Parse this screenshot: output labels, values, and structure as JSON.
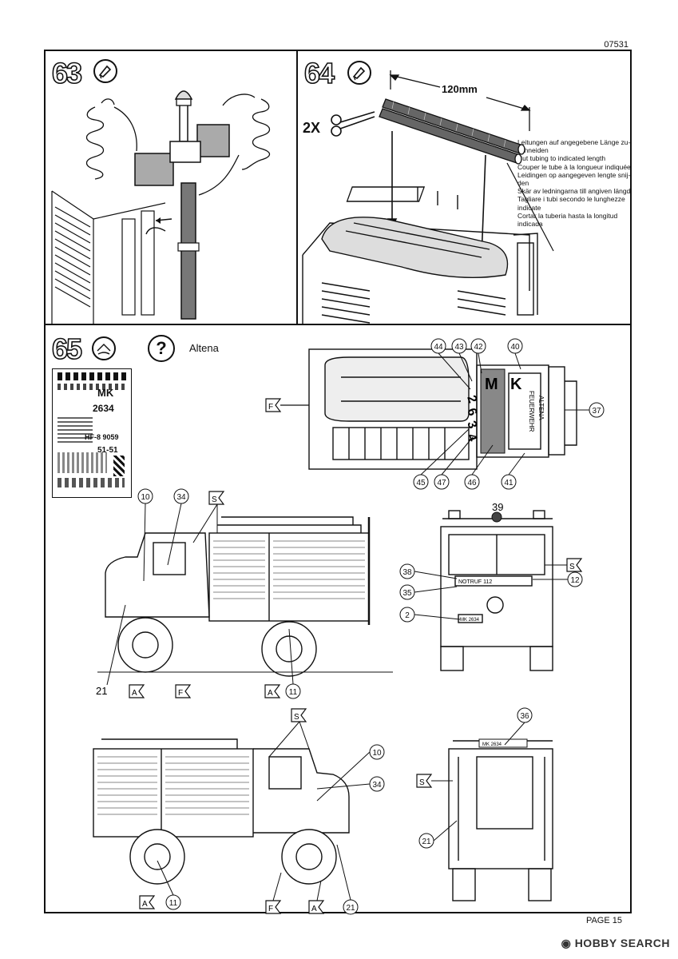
{
  "header": {
    "code": "07531"
  },
  "footer": {
    "page": "PAGE 15",
    "watermark": "HOBBY SEARCH"
  },
  "steps": [
    {
      "number": "63"
    },
    {
      "number": "64",
      "length": "120mm",
      "multiplier": "2X",
      "note": "Leitungen auf angegebene Länge zu-\nschneiden\nCut tubing to indicated length\nCouper le tube à la longueur indiquée\nLeidingen op aangegeven lengte snij-\nden\nSkär av ledningarna till angiven längd\nTagliare i tubi secondo le lunghezze\nindicate\nCortar la tuberia hasta la longitud\nindicada"
    },
    {
      "number": "65",
      "variant": "Altena"
    }
  ],
  "decal_sheet": {
    "rows": [
      "MK",
      "2634",
      "HF-8 9059",
      "51-51"
    ]
  },
  "top_view": {
    "plate_letters": [
      "M",
      "K"
    ],
    "plate_digits": [
      "2",
      "6",
      "3",
      "4"
    ],
    "side_text_1": "FEUERWEHR",
    "side_text_2": "ALTENA",
    "callouts": [
      "44",
      "43",
      "42",
      "40",
      "37",
      "45",
      "47",
      "46",
      "41"
    ],
    "flag": "F"
  },
  "side_view_left": {
    "callouts": [
      "10",
      "34",
      "21",
      "11"
    ],
    "flags": [
      "S",
      "A",
      "F",
      "A"
    ]
  },
  "front_view": {
    "callouts": [
      "39",
      "38",
      "35",
      "2",
      "12"
    ],
    "flags": [
      "S"
    ],
    "plate_text": "NOTRUF 112",
    "small_plate": "MK 2634"
  },
  "side_view_right": {
    "callouts": [
      "10",
      "34",
      "11",
      "21"
    ],
    "flags": [
      "S",
      "A",
      "F",
      "A"
    ]
  },
  "rear_view": {
    "callouts": [
      "36",
      "21"
    ],
    "flags": [
      "S"
    ],
    "plate_text": "MK 2634"
  }
}
